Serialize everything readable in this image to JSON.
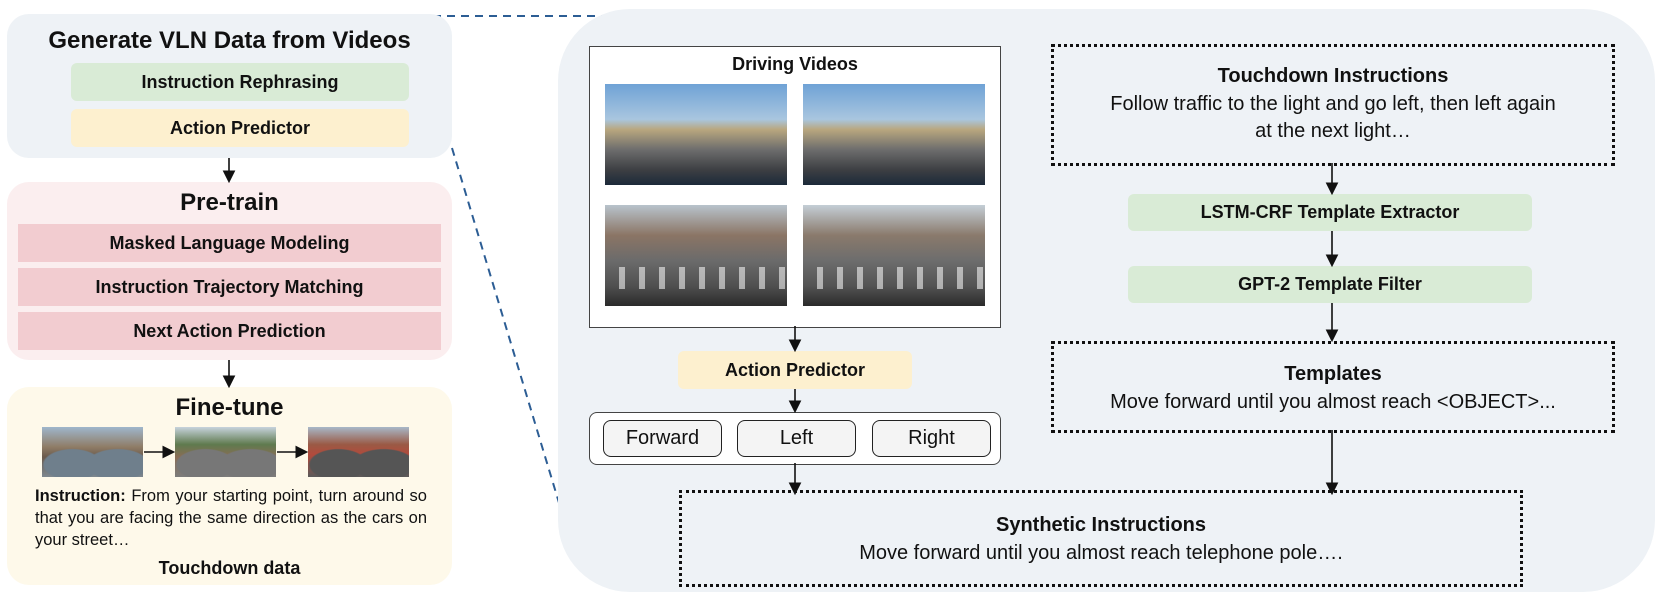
{
  "left": {
    "generate": {
      "title": "Generate VLN Data from Videos",
      "box1": "Instruction Rephrasing",
      "box2": "Action Predictor"
    },
    "pretrain": {
      "title": "Pre-train",
      "items": [
        "Masked Language Modeling",
        "Instruction Trajectory Matching",
        "Next Action Prediction"
      ]
    },
    "finetune": {
      "title": "Fine-tune",
      "instruction_label": "Instruction:",
      "instruction_text": "From your starting point, turn around so that you are facing the same direction as the cars on your street…",
      "footer": "Touchdown data"
    }
  },
  "right": {
    "videos_title": "Driving Videos",
    "action_predictor": "Action Predictor",
    "actions": [
      "Forward",
      "Left",
      "Right"
    ],
    "touchdown": {
      "title": "Touchdown Instructions",
      "line1": "Follow traffic to the light and go left, then left again",
      "line2": "at the next light…"
    },
    "extractor": "LSTM-CRF Template Extractor",
    "filter": "GPT-2 Template Filter",
    "templates": {
      "title": "Templates",
      "text": "Move forward until you almost reach <OBJECT>..."
    },
    "synthetic": {
      "title": "Synthetic Instructions",
      "text": "Move forward until you almost reach telephone pole…."
    }
  },
  "colors": {
    "panel_blue": "#eef2f6",
    "panel_pink": "#fbeeef",
    "panel_yellow": "#fef9ea",
    "green": "#d9ebd6",
    "yellow": "#fdf0cf",
    "red": "#f2ccd0",
    "dash": "#2c5d94"
  }
}
